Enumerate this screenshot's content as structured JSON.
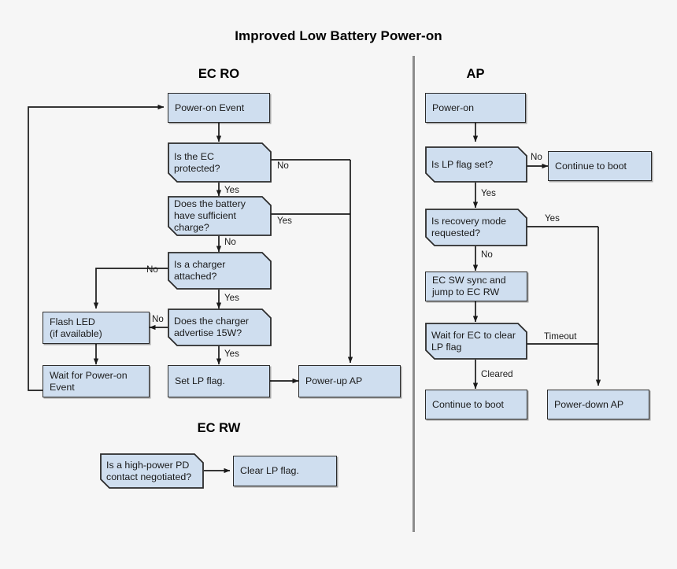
{
  "title": "Improved Low Battery Power-on",
  "colors": {
    "background": "#f6f6f6",
    "node_fill": "#cfdeef",
    "node_border": "#2b2b2b",
    "edge": "#1a1a1a",
    "divider": "#8c8c8c",
    "text": "#1a1a1a"
  },
  "columns": {
    "ec_ro": {
      "header": "EC RO"
    },
    "ap": {
      "header": "AP"
    },
    "ec_rw": {
      "header": "EC RW"
    }
  },
  "chart_data": {
    "type": "diagram",
    "title": "Improved Low Battery Power-on",
    "lanes": [
      "EC RO",
      "AP",
      "EC RW"
    ],
    "nodes": [
      {
        "id": "ro_power_on_event",
        "lane": "EC RO",
        "shape": "process",
        "label": "Power-on Event"
      },
      {
        "id": "ro_ec_protected",
        "lane": "EC RO",
        "shape": "decision",
        "label": "Is the EC\nprotected?"
      },
      {
        "id": "ro_battery_charge",
        "lane": "EC RO",
        "shape": "decision",
        "label": "Does the battery\nhave sufficient\ncharge?"
      },
      {
        "id": "ro_charger_attached",
        "lane": "EC RO",
        "shape": "decision",
        "label": "Is a charger\nattached?"
      },
      {
        "id": "ro_charger_15w",
        "lane": "EC RO",
        "shape": "decision",
        "label": "Does the charger\nadvertise 15W?"
      },
      {
        "id": "ro_flash_led",
        "lane": "EC RO",
        "shape": "process",
        "label": "Flash LED\n(if available)"
      },
      {
        "id": "ro_wait_power_on",
        "lane": "EC RO",
        "shape": "process",
        "label": "Wait for Power-on\nEvent"
      },
      {
        "id": "ro_set_lp_flag",
        "lane": "EC RO",
        "shape": "process",
        "label": "Set LP flag."
      },
      {
        "id": "ro_power_up_ap",
        "lane": "EC RO",
        "shape": "process",
        "label": "Power-up AP"
      },
      {
        "id": "ap_power_on",
        "lane": "AP",
        "shape": "process",
        "label": "Power-on"
      },
      {
        "id": "ap_lp_flag_set",
        "lane": "AP",
        "shape": "decision",
        "label": "Is LP flag set?"
      },
      {
        "id": "ap_continue_boot_1",
        "lane": "AP",
        "shape": "process",
        "label": "Continue to boot"
      },
      {
        "id": "ap_recovery_mode",
        "lane": "AP",
        "shape": "decision",
        "label": "Is recovery mode\nrequested?"
      },
      {
        "id": "ap_ec_sw_sync",
        "lane": "AP",
        "shape": "process",
        "label": "EC SW sync and\njump to EC RW"
      },
      {
        "id": "ap_wait_ec_clear",
        "lane": "AP",
        "shape": "decision",
        "label": "Wait for EC to clear\nLP flag"
      },
      {
        "id": "ap_continue_boot_2",
        "lane": "AP",
        "shape": "process",
        "label": "Continue to boot"
      },
      {
        "id": "ap_power_down",
        "lane": "AP",
        "shape": "process",
        "label": "Power-down AP"
      },
      {
        "id": "rw_pd_contact",
        "lane": "EC RW",
        "shape": "decision",
        "label": "Is a high-power PD\ncontact negotiated?"
      },
      {
        "id": "rw_clear_lp_flag",
        "lane": "EC RW",
        "shape": "process",
        "label": "Clear LP flag."
      }
    ],
    "edges": [
      {
        "from": "ro_power_on_event",
        "to": "ro_ec_protected",
        "label": ""
      },
      {
        "from": "ro_ec_protected",
        "to": "ro_battery_charge",
        "label": "Yes"
      },
      {
        "from": "ro_ec_protected",
        "to": "ro_power_up_ap",
        "label": "No"
      },
      {
        "from": "ro_battery_charge",
        "to": "ro_power_up_ap",
        "label": "Yes"
      },
      {
        "from": "ro_battery_charge",
        "to": "ro_charger_attached",
        "label": "No"
      },
      {
        "from": "ro_charger_attached",
        "to": "ro_flash_led",
        "label": "No"
      },
      {
        "from": "ro_charger_attached",
        "to": "ro_charger_15w",
        "label": "Yes"
      },
      {
        "from": "ro_charger_15w",
        "to": "ro_flash_led",
        "label": "No"
      },
      {
        "from": "ro_charger_15w",
        "to": "ro_set_lp_flag",
        "label": "Yes"
      },
      {
        "from": "ro_flash_led",
        "to": "ro_wait_power_on",
        "label": ""
      },
      {
        "from": "ro_set_lp_flag",
        "to": "ro_power_up_ap",
        "label": ""
      },
      {
        "from": "ro_wait_power_on",
        "to": "ro_power_on_event",
        "label": ""
      },
      {
        "from": "ap_power_on",
        "to": "ap_lp_flag_set",
        "label": ""
      },
      {
        "from": "ap_lp_flag_set",
        "to": "ap_continue_boot_1",
        "label": "No"
      },
      {
        "from": "ap_lp_flag_set",
        "to": "ap_recovery_mode",
        "label": "Yes"
      },
      {
        "from": "ap_recovery_mode",
        "to": "ap_power_down",
        "label": "Yes"
      },
      {
        "from": "ap_recovery_mode",
        "to": "ap_ec_sw_sync",
        "label": "No"
      },
      {
        "from": "ap_ec_sw_sync",
        "to": "ap_wait_ec_clear",
        "label": ""
      },
      {
        "from": "ap_wait_ec_clear",
        "to": "ap_power_down",
        "label": "Timeout"
      },
      {
        "from": "ap_wait_ec_clear",
        "to": "ap_continue_boot_2",
        "label": "Cleared"
      },
      {
        "from": "rw_pd_contact",
        "to": "rw_clear_lp_flag",
        "label": ""
      }
    ]
  },
  "nodes": {
    "ro_power_on_event": "Power-on Event",
    "ro_ec_protected": "Is the EC\nprotected?",
    "ro_battery_charge": "Does the battery\nhave sufficient\ncharge?",
    "ro_charger_attached": "Is a charger\nattached?",
    "ro_charger_15w": "Does the charger\nadvertise 15W?",
    "ro_flash_led": "Flash LED\n(if available)",
    "ro_wait_power_on": "Wait for Power-on\nEvent",
    "ro_set_lp_flag": "Set LP flag.",
    "ro_power_up_ap": "Power-up AP",
    "ap_power_on": "Power-on",
    "ap_lp_flag_set": "Is LP flag set?",
    "ap_continue_boot_1": "Continue to boot",
    "ap_recovery_mode": "Is recovery mode\nrequested?",
    "ap_ec_sw_sync": "EC SW sync and\njump to EC RW",
    "ap_wait_ec_clear": "Wait for EC to clear\nLP flag",
    "ap_continue_boot_2": "Continue to boot",
    "ap_power_down": "Power-down AP",
    "rw_pd_contact": "Is a high-power PD\ncontact negotiated?",
    "rw_clear_lp_flag": "Clear LP flag."
  },
  "edge_labels": {
    "ro_protected_no": "No",
    "ro_protected_yes": "Yes",
    "ro_battery_yes": "Yes",
    "ro_battery_no": "No",
    "ro_charger_no": "No",
    "ro_charger_yes": "Yes",
    "ro_15w_no": "No",
    "ro_15w_yes": "Yes",
    "ap_lp_no": "No",
    "ap_lp_yes": "Yes",
    "ap_recovery_yes": "Yes",
    "ap_recovery_no": "No",
    "ap_timeout": "Timeout",
    "ap_cleared": "Cleared"
  }
}
